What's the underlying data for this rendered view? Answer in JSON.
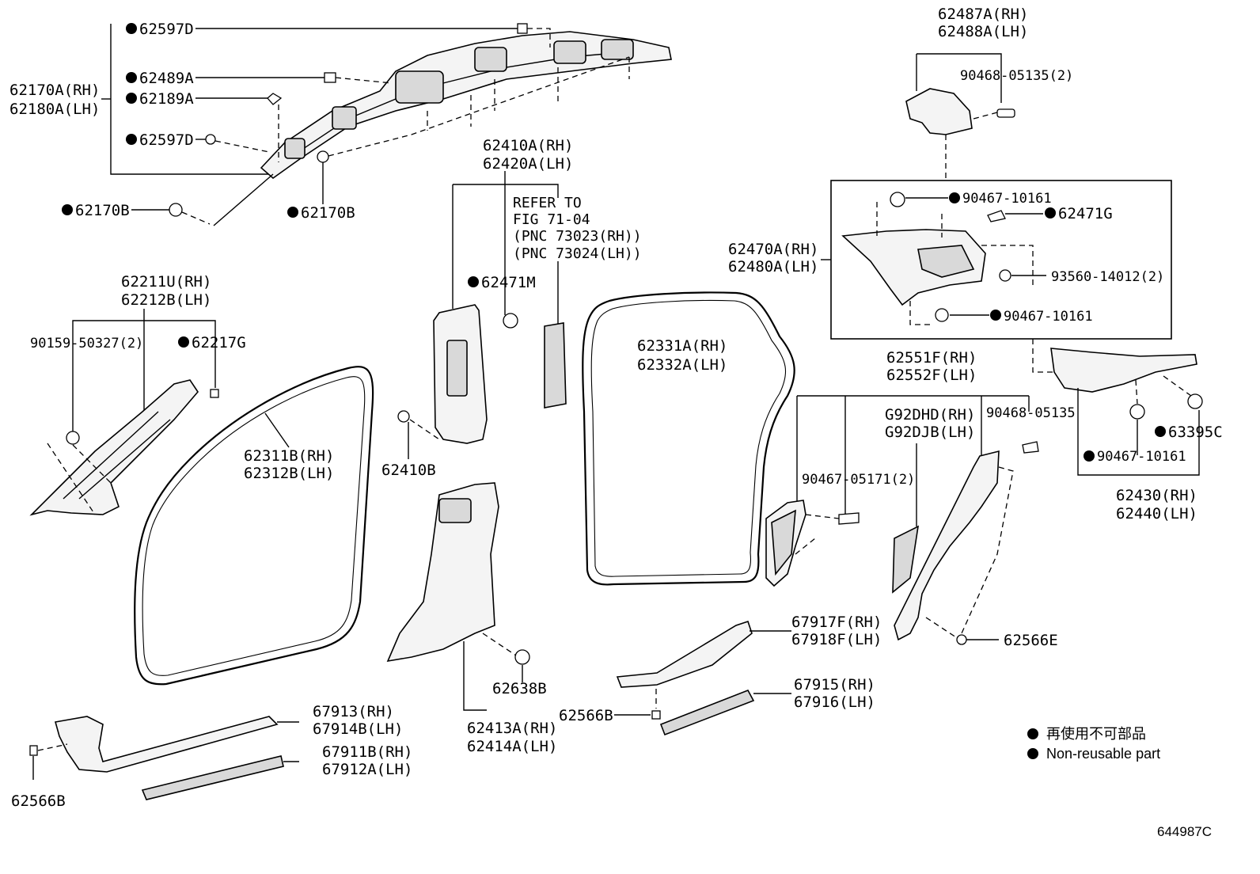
{
  "diagram": {
    "labels": {
      "l_62597D_top": "62597D",
      "l_62489A": "62489A",
      "l_62189A": "62189A",
      "l_62597D_bot": "62597D",
      "l_62170A_RH": "62170A(RH)",
      "l_62180A_LH": "62180A(LH)",
      "l_62170B_left": "62170B",
      "l_62170B_mid": "62170B",
      "l_62410A_RH": "62410A(RH)",
      "l_62420A_LH": "62420A(LH)",
      "l_62471M": "62471M",
      "l_62410B": "62410B",
      "l_62211U_RH": "62211U(RH)",
      "l_62212B_LH": "62212B(LH)",
      "l_90159": "90159-50327(2)",
      "l_62217G": "62217G",
      "l_62311B_RH": "62311B(RH)",
      "l_62312B_LH": "62312B(LH)",
      "l_62331A_RH": "62331A(RH)",
      "l_62332A_LH": "62332A(LH)",
      "l_62638B": "62638B",
      "l_62413A_RH": "62413A(RH)",
      "l_62414A_LH": "62414A(LH)",
      "l_62566B_mid": "62566B",
      "l_62566B_left": "62566B",
      "l_67913_RH": "67913(RH)",
      "l_67914B_LH": "67914B(LH)",
      "l_67911B_RH": "67911B(RH)",
      "l_67912A_LH": "67912A(LH)",
      "l_67917F_RH": "67917F(RH)",
      "l_67918F_LH": "67918F(LH)",
      "l_67915_RH": "67915(RH)",
      "l_67916_LH": "67916(LH)",
      "l_62487A_RH": "62487A(RH)",
      "l_62488A_LH": "62488A(LH)",
      "l_90468_2": "90468-05135(2)",
      "l_90467_top": "90467-10161",
      "l_62471G": "62471G",
      "l_62470A_RH": "62470A(RH)",
      "l_62480A_LH": "62480A(LH)",
      "l_93560": "93560-14012(2)",
      "l_90467_boxbot": "90467-10161",
      "l_62551F_RH": "62551F(RH)",
      "l_62552F_LH": "62552F(LH)",
      "l_G92DHD_RH": "G92DHD(RH)",
      "l_G92DJB_LH": "G92DJB(LH)",
      "l_90468_05135": "90468-05135",
      "l_90467_05171": "90467-05171(2)",
      "l_63395C": "63395C",
      "l_90467_right": "90467-10161",
      "l_62430_RH": "62430(RH)",
      "l_62440_LH": "62440(LH)",
      "l_62566E": "62566E",
      "ref1": "REFER TO",
      "ref2": "FIG 71-04",
      "ref3": "(PNC 73023(RH))",
      "ref4": "(PNC 73024(LH))"
    },
    "legend": {
      "line_ja": "再使用不可部品",
      "line_en": "Non-reusable part"
    },
    "figure_id": "644987C"
  }
}
